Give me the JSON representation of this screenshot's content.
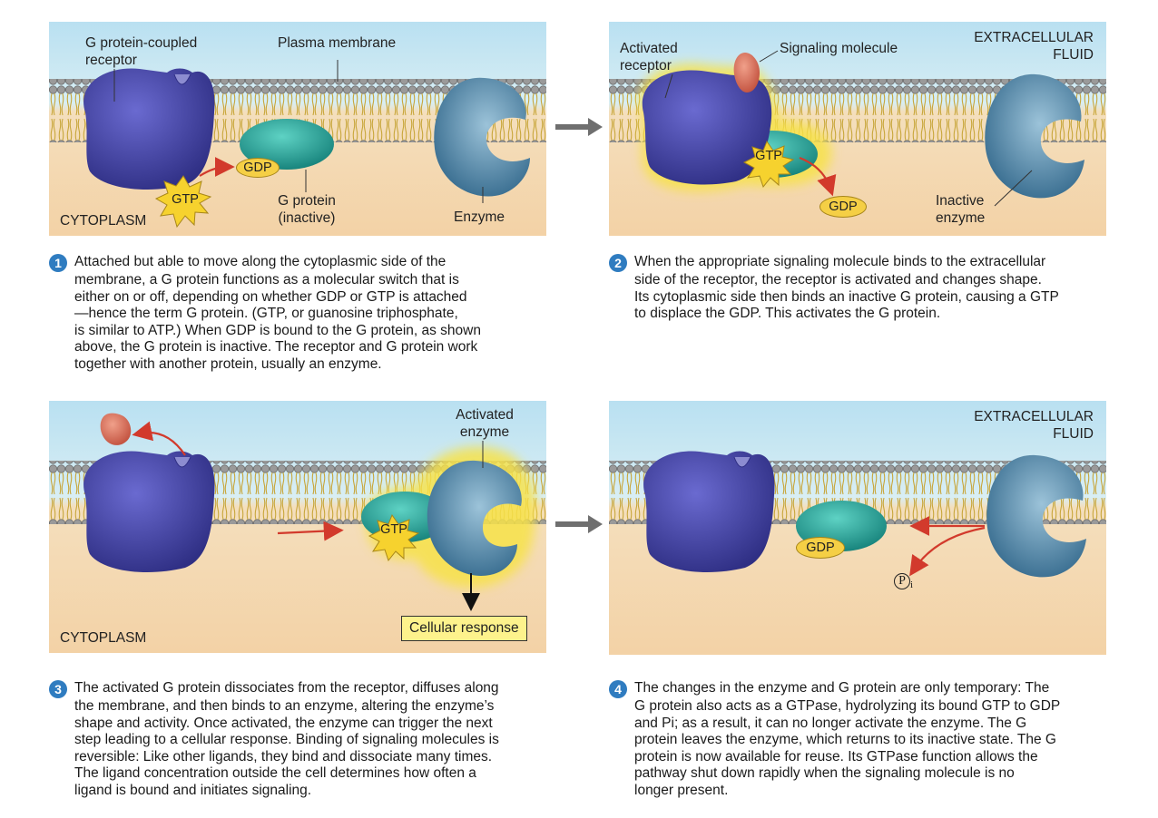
{
  "panel1": {
    "receptor_label": "G protein-coupled receptor",
    "membrane_label": "Plasma membrane",
    "gdp": "GDP",
    "gtp": "GTP",
    "gprotein_label": "G protein (inactive)",
    "enzyme_label": "Enzyme",
    "cytoplasm": "CYTOPLASM"
  },
  "panel2": {
    "activated_receptor": "Activated receptor",
    "signaling_molecule": "Signaling molecule",
    "extracellular": "EXTRACELLULAR FLUID",
    "gtp": "GTP",
    "gdp": "GDP",
    "inactive_enzyme": "Inactive enzyme"
  },
  "panel3": {
    "activated_enzyme": "Activated enzyme",
    "gtp": "GTP",
    "cellular_response": "Cellular response",
    "cytoplasm": "CYTOPLASM"
  },
  "panel4": {
    "extracellular": "EXTRACELLULAR FLUID",
    "gdp": "GDP",
    "pi": "P",
    "pi_sub": "i"
  },
  "captions": {
    "c1": {
      "num": "1",
      "lines": [
        "Attached but able to move along the cytoplasmic side of the",
        "membrane, a G protein functions as a molecular switch that is",
        "either on or off, depending on whether GDP or GTP is attached",
        "—hence the term G protein. (GTP, or guanosine triphosphate,",
        "is similar to ATP.) When GDP is bound to the G protein, as shown",
        "above, the G protein is inactive. The receptor and G protein work",
        "together with another protein, usually an enzyme."
      ]
    },
    "c2": {
      "num": "2",
      "lines": [
        "When the appropriate signaling molecule binds to the extracellular",
        "side of the receptor, the receptor is activated and changes shape.",
        "Its cytoplasmic side then binds an inactive G protein, causing a GTP",
        "to displace the GDP. This activates the G protein."
      ]
    },
    "c3": {
      "num": "3",
      "lines": [
        "The activated G protein dissociates from the receptor, diffuses along",
        "the membrane, and then binds to an enzyme, altering the enzyme’s",
        "shape and activity. Once activated, the enzyme can trigger the next",
        "step leading to a cellular response. Binding of signaling molecules is",
        "reversible: Like other ligands, they bind and dissociate many times.",
        "The ligand concentration outside the cell determines how often a",
        "ligand is bound and initiates signaling."
      ]
    },
    "c4": {
      "num": "4",
      "lines": [
        "The changes in the enzyme and G protein are only temporary: The",
        "G protein also acts as a GTPase, hydrolyzing its bound GTP to GDP",
        "and Pi; as a result, it can no longer activate the enzyme. The G",
        "protein leaves the enzyme, which returns to its inactive state. The G",
        "protein is now available for reuse. Its GTPase function allows the",
        "pathway shut down rapidly when the signaling molecule is no",
        "longer present."
      ]
    }
  },
  "colors": {
    "sky": "#bfe3f2",
    "cytoplasm": "#f7e0bd",
    "receptor": "#4a4aa8",
    "gprotein": "#2aa39a",
    "enzyme": "#4f86a8",
    "gdp_pill": "#f5cf45",
    "gtp_star": "#f6d22e",
    "glow": "#f7e24a",
    "signal": "#e07a5f",
    "step_badge": "#2f7cc0",
    "red_arrow": "#d23a2c",
    "gray_arrow": "#6f6f6f"
  }
}
